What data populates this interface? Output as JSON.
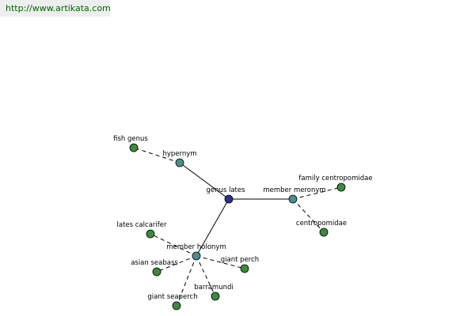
{
  "header": {
    "url": "http://www.artikata.com"
  },
  "colors": {
    "center": "#2d2f8e",
    "relation": "#4a8e8e",
    "leaf": "#3c8a3c",
    "edge": "#000000",
    "url_text": "#006400",
    "url_bg": "#eeeeee"
  },
  "nodes": [
    {
      "id": "genus-lates",
      "label": "genus lates",
      "kind": "center"
    },
    {
      "id": "hypernym",
      "label": "hypernym",
      "kind": "relation"
    },
    {
      "id": "member-meronym",
      "label": "member meronym",
      "kind": "relation"
    },
    {
      "id": "member-holonym",
      "label": "member holonym",
      "kind": "relation"
    },
    {
      "id": "fish-genus",
      "label": "fish genus",
      "kind": "leaf"
    },
    {
      "id": "family-centropomidae",
      "label": "family centropomidae",
      "kind": "leaf"
    },
    {
      "id": "centropomidae",
      "label": "centropomidae",
      "kind": "leaf"
    },
    {
      "id": "lates-calcarifer",
      "label": "lates calcarifer",
      "kind": "leaf"
    },
    {
      "id": "asian-seabass",
      "label": "asian seabass",
      "kind": "leaf"
    },
    {
      "id": "giant-perch",
      "label": "giant perch",
      "kind": "leaf"
    },
    {
      "id": "barramundi",
      "label": "barramundi",
      "kind": "leaf"
    },
    {
      "id": "giant-seaperch",
      "label": "giant seaperch",
      "kind": "leaf"
    }
  ],
  "edges": [
    {
      "from": "genus-lates",
      "to": "hypernym",
      "style": "solid"
    },
    {
      "from": "genus-lates",
      "to": "member-meronym",
      "style": "solid"
    },
    {
      "from": "genus-lates",
      "to": "member-holonym",
      "style": "solid"
    },
    {
      "from": "hypernym",
      "to": "fish-genus",
      "style": "dashed"
    },
    {
      "from": "member-meronym",
      "to": "family-centropomidae",
      "style": "dashed"
    },
    {
      "from": "member-meronym",
      "to": "centropomidae",
      "style": "dashed"
    },
    {
      "from": "member-holonym",
      "to": "lates-calcarifer",
      "style": "dashed"
    },
    {
      "from": "member-holonym",
      "to": "asian-seabass",
      "style": "dashed"
    },
    {
      "from": "member-holonym",
      "to": "giant-perch",
      "style": "dashed"
    },
    {
      "from": "member-holonym",
      "to": "barramundi",
      "style": "dashed"
    },
    {
      "from": "member-holonym",
      "to": "giant-seaperch",
      "style": "dashed"
    }
  ]
}
